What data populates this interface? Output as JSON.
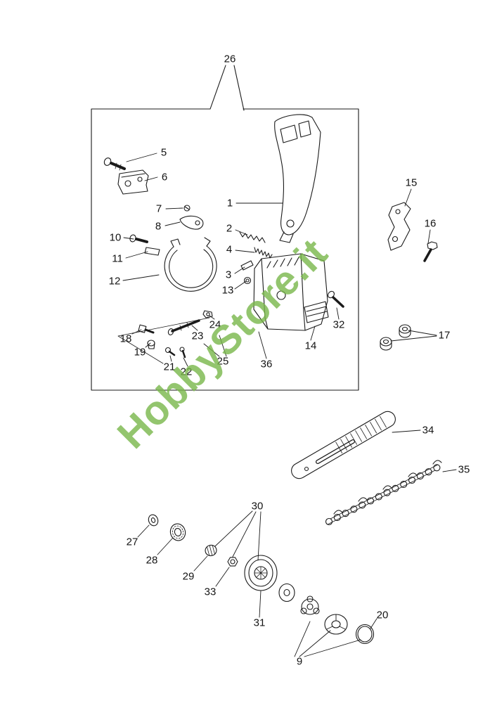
{
  "watermark": {
    "text": "HobbyStore.it",
    "color": "#79b74a",
    "opacity": 0.8
  },
  "diagram": {
    "type": "exploded-parts-diagram",
    "callouts": [
      {
        "label": "1"
      },
      {
        "label": "2"
      },
      {
        "label": "3"
      },
      {
        "label": "4"
      },
      {
        "label": "5"
      },
      {
        "label": "6"
      },
      {
        "label": "7"
      },
      {
        "label": "8"
      },
      {
        "label": "9"
      },
      {
        "label": "10"
      },
      {
        "label": "11"
      },
      {
        "label": "12"
      },
      {
        "label": "13"
      },
      {
        "label": "14"
      },
      {
        "label": "15"
      },
      {
        "label": "16"
      },
      {
        "label": "17"
      },
      {
        "label": "18"
      },
      {
        "label": "19"
      },
      {
        "label": "20"
      },
      {
        "label": "21"
      },
      {
        "label": "22"
      },
      {
        "label": "23"
      },
      {
        "label": "24"
      },
      {
        "label": "25"
      },
      {
        "label": "26"
      },
      {
        "label": "27"
      },
      {
        "label": "28"
      },
      {
        "label": "29"
      },
      {
        "label": "30"
      },
      {
        "label": "31"
      },
      {
        "label": "32"
      },
      {
        "label": "33"
      },
      {
        "label": "34"
      },
      {
        "label": "35"
      },
      {
        "label": "36"
      }
    ]
  }
}
